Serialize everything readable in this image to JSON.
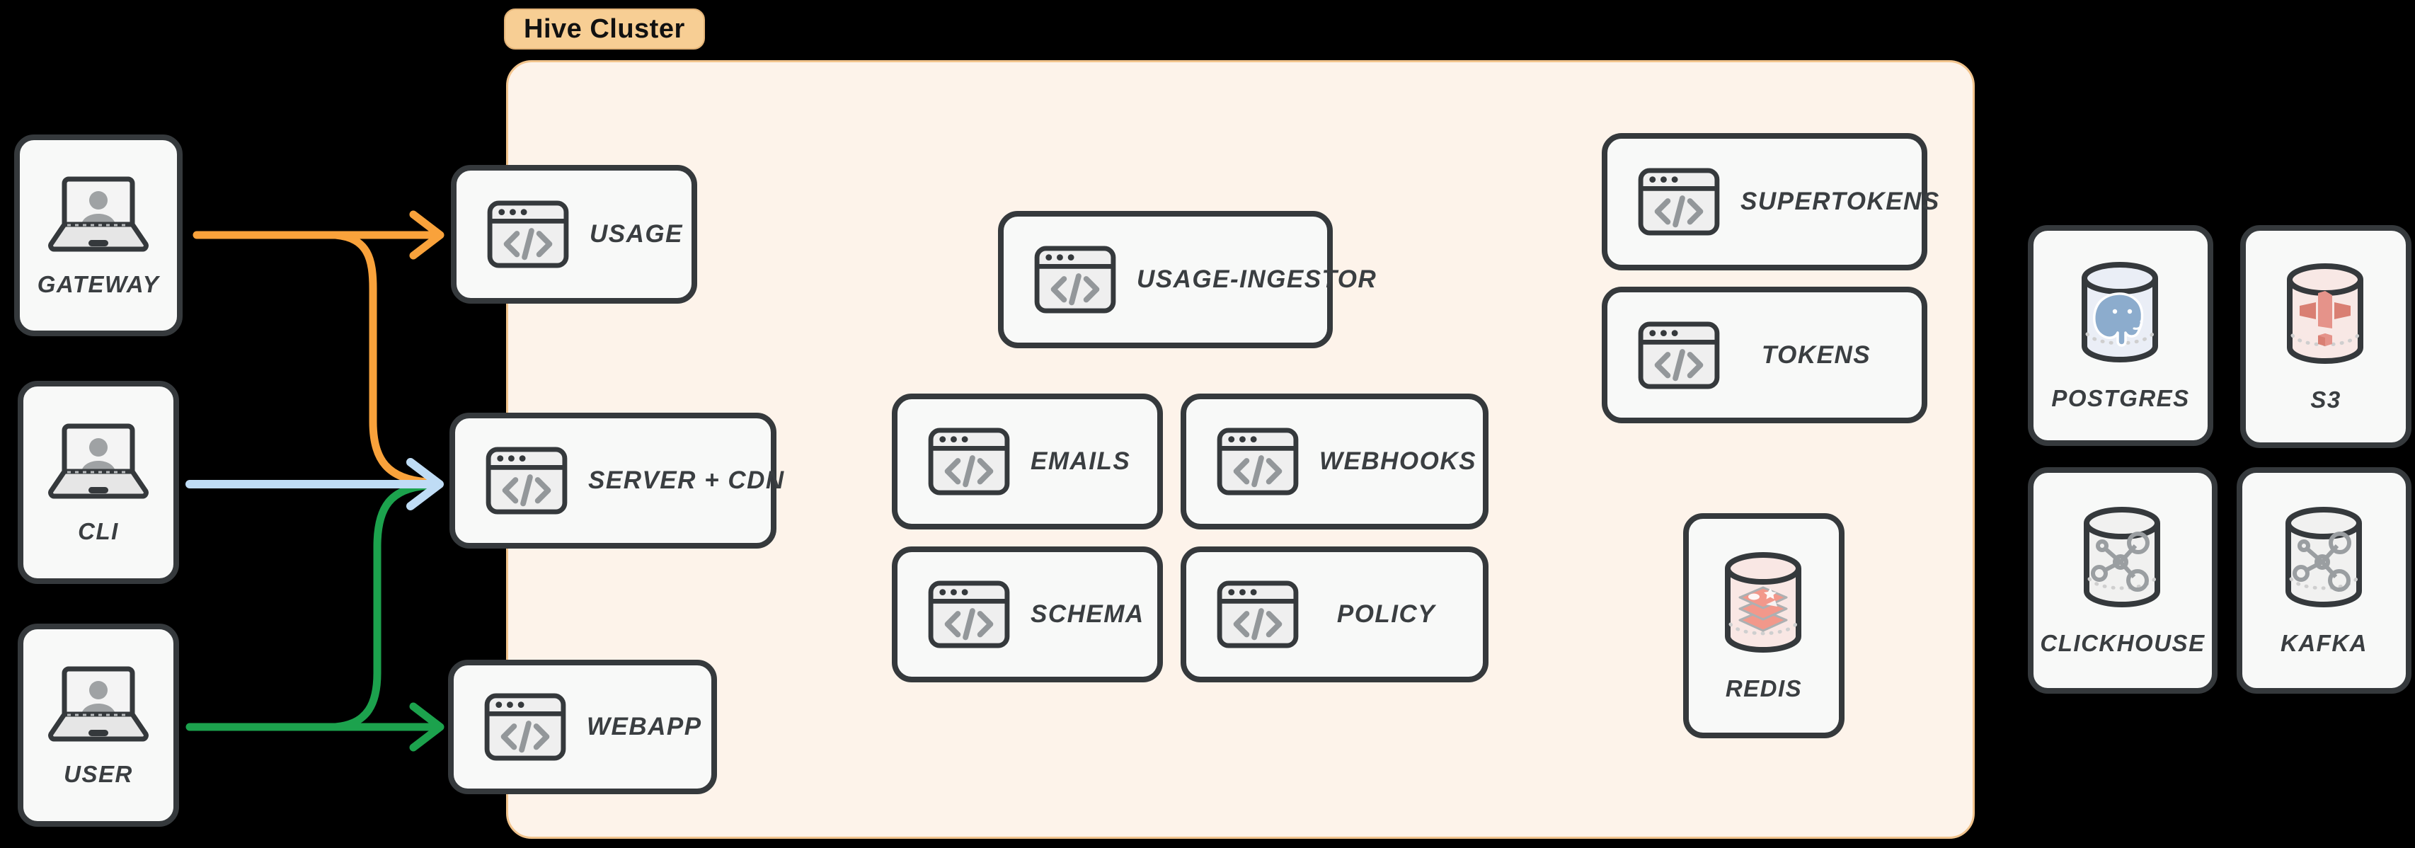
{
  "colors": {
    "background": "#000000",
    "cluster_fill": "#FDF3EA",
    "cluster_border": "#F2C48D",
    "pill_fill": "#F7CE94",
    "pill_border": "#E3B377",
    "pill_text": "#111111",
    "card_fill": "#F8F9F8",
    "card_border": "#35393C",
    "label_text": "#3A3E41",
    "icon_gray": "#93979A",
    "icon_fill": "#EFEFEF",
    "person_gray": "#9FA2A4",
    "edge_orange": "#F9A23B",
    "edge_blue": "#BFDCF5",
    "edge_green": "#1CA24D",
    "redis_tint": "#F9E7E4",
    "redis_logo": "#F2988B",
    "postgres_tint": "#EAEEF6",
    "postgres_logo": "#8CACCD",
    "s3_tint": "#F8E8E5",
    "s3_logo": "#E5938A",
    "s3_logo_dark": "#D97F73",
    "neutral_tint": "#F1F1F0",
    "molecule_gray": "#9A9EA1"
  },
  "cluster": {
    "label": "Hive Cluster"
  },
  "actors": [
    {
      "id": "gateway",
      "label": "GATEWAY"
    },
    {
      "id": "cli",
      "label": "CLI"
    },
    {
      "id": "user",
      "label": "USER"
    }
  ],
  "services": [
    {
      "id": "usage",
      "label": "USAGE"
    },
    {
      "id": "server-cdn",
      "label": "SERVER + CDN"
    },
    {
      "id": "webapp",
      "label": "WEBAPP"
    },
    {
      "id": "usage-ingestor",
      "label": "USAGE-INGESTOR"
    },
    {
      "id": "emails",
      "label": "EMAILS"
    },
    {
      "id": "webhooks",
      "label": "WEBHOOKS"
    },
    {
      "id": "schema",
      "label": "SCHEMA"
    },
    {
      "id": "policy",
      "label": "POLICY"
    },
    {
      "id": "supertokens",
      "label": "SUPERTOKENS"
    },
    {
      "id": "tokens",
      "label": "TOKENS"
    }
  ],
  "databases": {
    "redis": {
      "label": "REDIS"
    },
    "postgres": {
      "label": "POSTGRES"
    },
    "s3": {
      "label": "S3"
    },
    "clickhouse": {
      "label": "CLICKHOUSE"
    },
    "kafka": {
      "label": "KAFKA"
    }
  },
  "edges": [
    {
      "from": "gateway",
      "to": "usage",
      "color": "#F9A23B"
    },
    {
      "from": "gateway",
      "to": "server-cdn",
      "color": "#F9A23B"
    },
    {
      "from": "cli",
      "to": "server-cdn",
      "color": "#BFDCF5"
    },
    {
      "from": "user",
      "to": "server-cdn",
      "color": "#1CA24D"
    },
    {
      "from": "user",
      "to": "webapp",
      "color": "#1CA24D"
    }
  ]
}
